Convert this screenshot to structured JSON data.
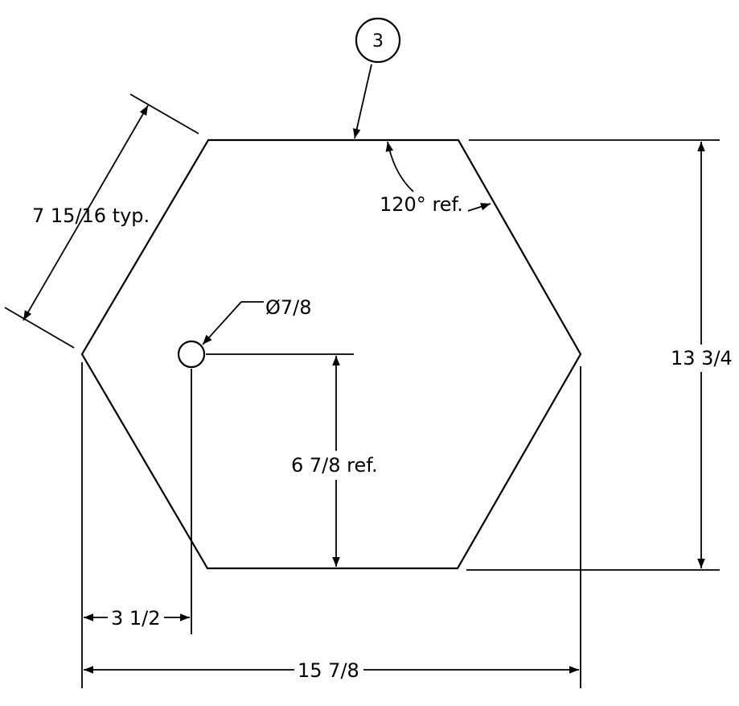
{
  "part": {
    "balloon": "3",
    "outline": "regular-hexagon"
  },
  "dimensions": {
    "side": "7 15/16 typ.",
    "angle": "120° ref.",
    "hole_diameter": "Ø7/8",
    "hole_height": "6 7/8 ref.",
    "height": "13 3/4",
    "hole_offset": "3 1/2",
    "width": "15 7/8"
  }
}
